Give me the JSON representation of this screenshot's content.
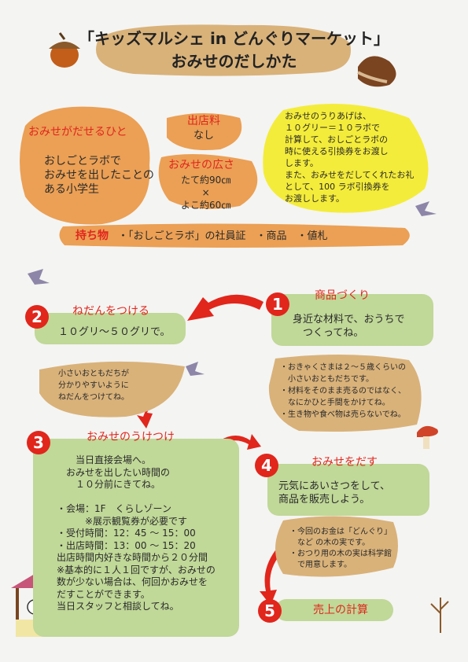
{
  "header": {
    "title_line1": "「キッズマルシェ in どんぐりマーケット」",
    "title_line2": "おみせのだしかた"
  },
  "who": {
    "heading": "おみせがだせるひと",
    "body": "おしごとラボで\nおみせを出したことの\nある小学生"
  },
  "fee": {
    "heading": "出店料",
    "value": "なし"
  },
  "size": {
    "heading": "おみせの広さ",
    "body": "たて約90㎝\n×\nよこ約60㎝"
  },
  "sales_note": "おみせのうりあげは、\n１０グリー＝１０ラボで\n計算して、おしごとラボの\n時に使える引換券をお渡し\nします。\nまた、おみせをだしてくれたお礼\nとして、100 ラボ引換券を\nお渡しします。",
  "items": {
    "heading": "持ち物",
    "body": "・「おしごとラボ」の社員証　・商品　・値札"
  },
  "steps": [
    {
      "num": "1",
      "heading": "商品づくり",
      "body": "身近な材料で、おうちで\n　つくってね。"
    },
    {
      "num": "2",
      "heading": "ねだんをつける",
      "body": "１０グリ〜５０グリで。"
    },
    {
      "num": "3",
      "heading": "おみせのうけつけ",
      "body": "　　当日直接会場へ。\n　おみせを出したい時間の\n　　１０分前にきてね。\n\n・会場：1F　くらしゾーン\n　　　※展示観覧券が必要です\n・受付時間：12：45 〜 15：00\n・出店時間：13：00 〜 15：20\n出店時間内好きな時間から２０分間\n※基本的に１人１回ですが、おみせの\n数が少ない場合は、何回かおみせを\nだすことができます。\n当日スタッフと相談してね。"
    },
    {
      "num": "4",
      "heading": "おみせをだす",
      "body": "元気にあいさつをして、\n商品を販売しよう。"
    },
    {
      "num": "5",
      "heading": "売上の計算",
      "body": ""
    }
  ],
  "note_price": "小さいおともだちが\n分かりやすいように\nねだんをつけてね。",
  "note_goods": "・おきゃくさまは２〜５歳くらいの\n　小さいおともだちです。\n・材料をそのまま売るのではなく、\n　なにかひと手間をかけてね。\n・生き物や食べ物は売らないでね。",
  "note_money": "・今回のお金は「どんぐり」\n　など の木の実です。\n・おつり用の木の実は科学館\n　で用意します。",
  "colors": {
    "accent": "#e1261c",
    "orange": "#eba055",
    "tan": "#d9b27a",
    "yellow": "#f4ec3a",
    "green": "#c0d898"
  },
  "icons": [
    "acorn-icon",
    "chestnut-icon",
    "bird-icon",
    "mushroom-icon",
    "twig-icon",
    "well-icon"
  ]
}
